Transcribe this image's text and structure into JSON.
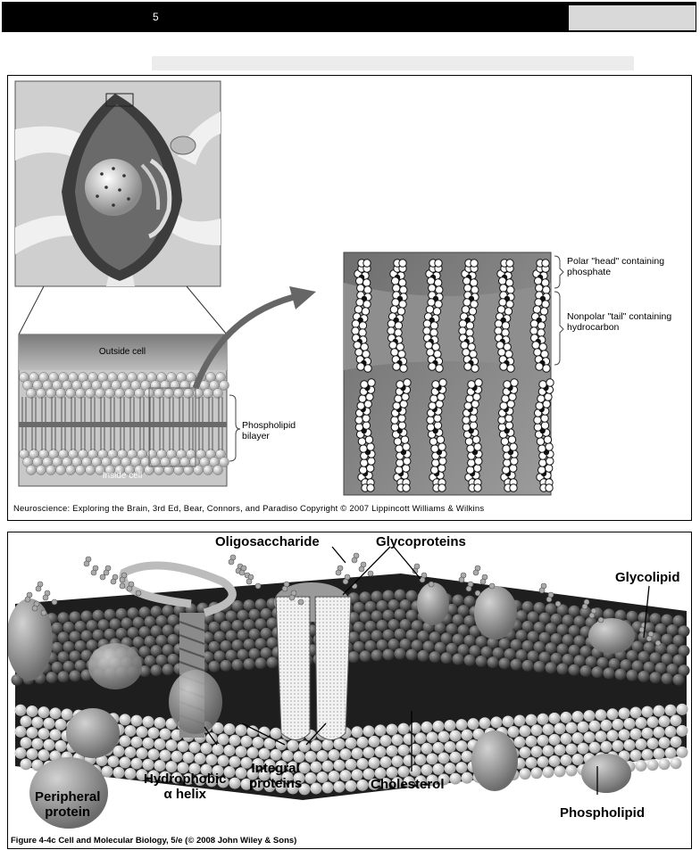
{
  "header": {
    "page_number": "5"
  },
  "figure1": {
    "labels": {
      "outside_cell": "Outside cell",
      "inside_cell": "Inside cell",
      "phospholipid_bilayer_1": "Phospholipid",
      "phospholipid_bilayer_2": "bilayer",
      "polar_head_1": "Polar \"head\" containing",
      "polar_head_2": "phosphate",
      "nonpolar_tail_1": "Nonpolar \"tail\" containing",
      "nonpolar_tail_2": "hydrocarbon"
    },
    "credit": "Neuroscience: Exploring the Brain, 3rd Ed, Bear, Connors, and Paradiso Copyright © 2007 Lippincott Williams & Wilkins"
  },
  "figure2": {
    "labels": {
      "oligosaccharide": "Oligosaccharide",
      "glycoproteins": "Glycoproteins",
      "glycolipid": "Glycolipid",
      "hydrophobic_1": "Hydrophobic",
      "hydrophobic_2": "α helix",
      "integral_1": "Integral",
      "integral_2": "proteins",
      "cholesterol": "Cholesterol",
      "peripheral_1": "Peripheral",
      "peripheral_2": "protein",
      "phospholipid": "Phospholipid"
    },
    "credit": "Figure 4-4c  Cell and Molecular Biology, 5/e (© 2008 John Wiley & Sons)"
  }
}
